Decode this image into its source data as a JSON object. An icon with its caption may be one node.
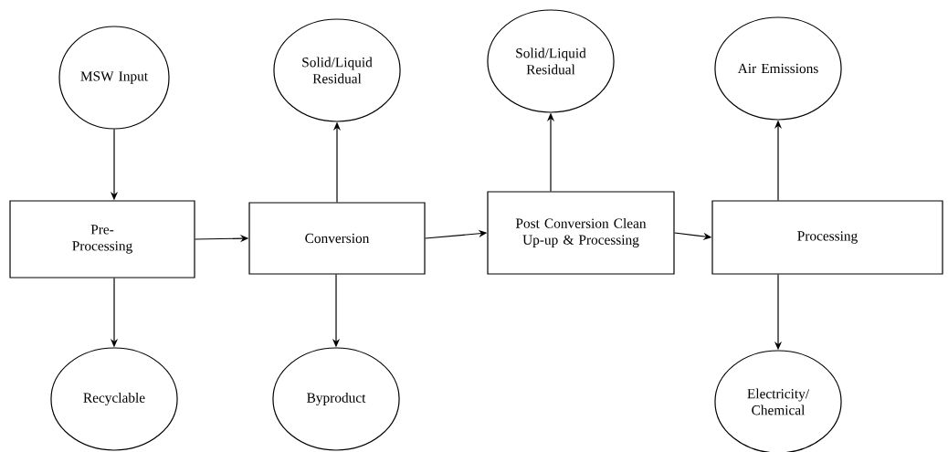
{
  "diagram": {
    "nodes": [
      {
        "text": [
          "MSW Input"
        ]
      },
      {
        "text": [
          "Pre- Processing"
        ]
      },
      {
        "text": [
          "Recyclable"
        ]
      },
      {
        "text": [
          "Solid/Liquid Residual"
        ]
      },
      {
        "text": [
          "Conversion"
        ]
      },
      {
        "text": [
          "Byproduct"
        ]
      },
      {
        "text": [
          "Solid/Liquid Residual"
        ]
      },
      {
        "text": [
          "Post Conversion Clean Up-up & Processing"
        ]
      },
      {
        "text": [
          "Air Emissions"
        ]
      },
      {
        "text": [
          "Processing"
        ]
      },
      {
        "text": [
          "Electricity/ Chemical"
        ]
      }
    ],
    "edges": [
      {
        "from": 0,
        "to": 1,
        "arrow": "to"
      },
      {
        "from": 1,
        "to": 2,
        "arrow": "to"
      },
      {
        "from": 1,
        "to": 4,
        "arrow": "to"
      },
      {
        "from": 4,
        "to": 3,
        "arrow": "to"
      },
      {
        "from": 4,
        "to": 5,
        "arrow": "to"
      },
      {
        "from": 4,
        "to": 7,
        "arrow": "to"
      },
      {
        "from": 7,
        "to": 6,
        "arrow": "to"
      },
      {
        "from": 7,
        "to": 9,
        "arrow": "to"
      },
      {
        "from": 9,
        "to": 8,
        "arrow": "to"
      },
      {
        "from": 9,
        "to": 10,
        "arrow": "to"
      }
    ]
  }
}
